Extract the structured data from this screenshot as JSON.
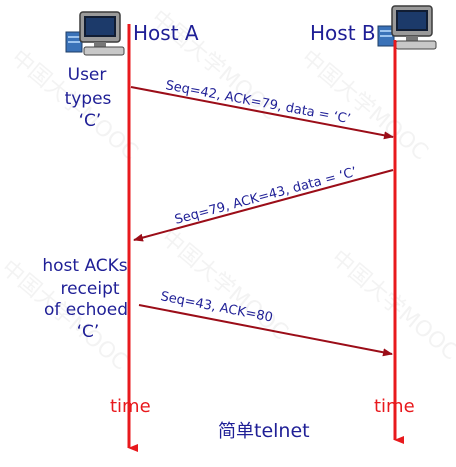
{
  "host_a": {
    "name": "Host A"
  },
  "host_b": {
    "name": "Host B"
  },
  "notes": {
    "user": [
      "User",
      "types",
      "‘C’"
    ],
    "ack": [
      "host ACKs",
      "receipt",
      "of echoed",
      "‘C’"
    ]
  },
  "messages": [
    {
      "label": "Seq=42, ACK=79, data = ‘C’",
      "direction": "A-to-B"
    },
    {
      "label": "Seq=79, ACK=43, data = ‘C’",
      "direction": "B-to-A"
    },
    {
      "label": "Seq=43, ACK=80",
      "direction": "A-to-B"
    }
  ],
  "time_labels": {
    "a": "time",
    "b": "time"
  },
  "caption_cn": "简单",
  "caption_en": "telnet",
  "watermark": "中国大学MOOC",
  "colors": {
    "timeline": "#e8191d",
    "arrow": "#9b0d18",
    "text": "#1f1f96",
    "time_text": "#e8191d",
    "caption": "#1f1f96"
  }
}
